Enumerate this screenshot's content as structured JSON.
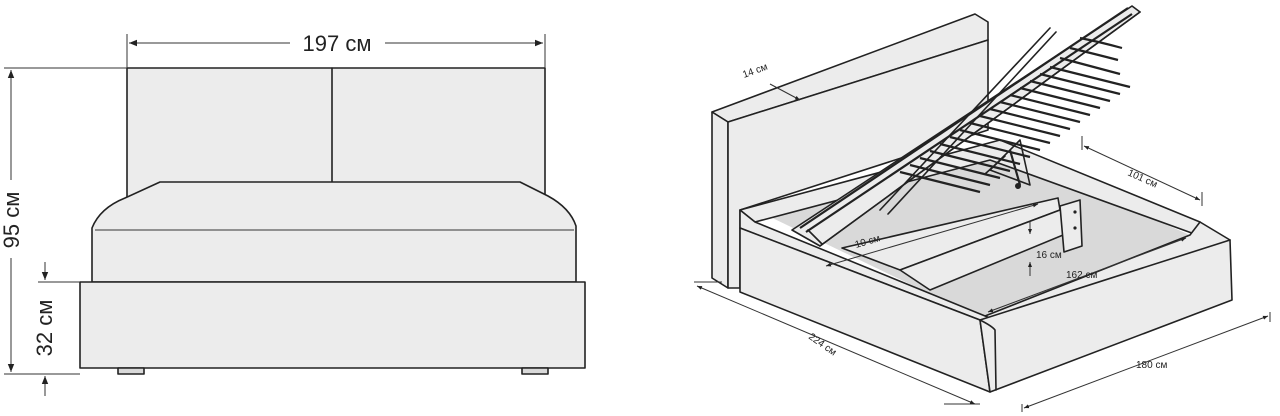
{
  "front_view": {
    "width_label": "197 см",
    "height_label": "95 см",
    "base_height_label": "32 см"
  },
  "iso_view": {
    "headboard_thickness_label": "14 см",
    "depth_label": "101 см",
    "inner_width_label": "10 см",
    "inner_height_label": "16 см",
    "inner_length_label": "162 см",
    "length_label": "224 см",
    "width_label": "180 см"
  }
}
